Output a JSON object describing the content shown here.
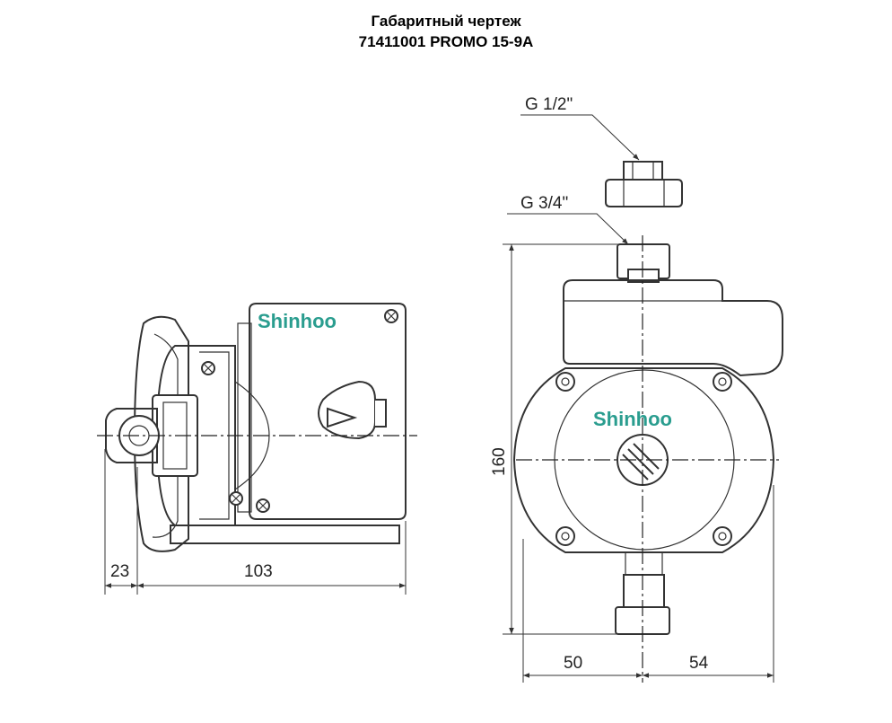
{
  "title": {
    "line1": "Габаритный чертеж",
    "line2": "71411001 PROMO 15-9A"
  },
  "brand": {
    "name": "Shinhoo",
    "color": "#2a9d8f"
  },
  "callouts": {
    "outlet_thread": "G 1/2\"",
    "inlet_thread": "G 3/4\""
  },
  "dimensions": {
    "side_inlet": "23",
    "side_length": "103",
    "height": "160",
    "front_left": "50",
    "front_right": "54"
  }
}
